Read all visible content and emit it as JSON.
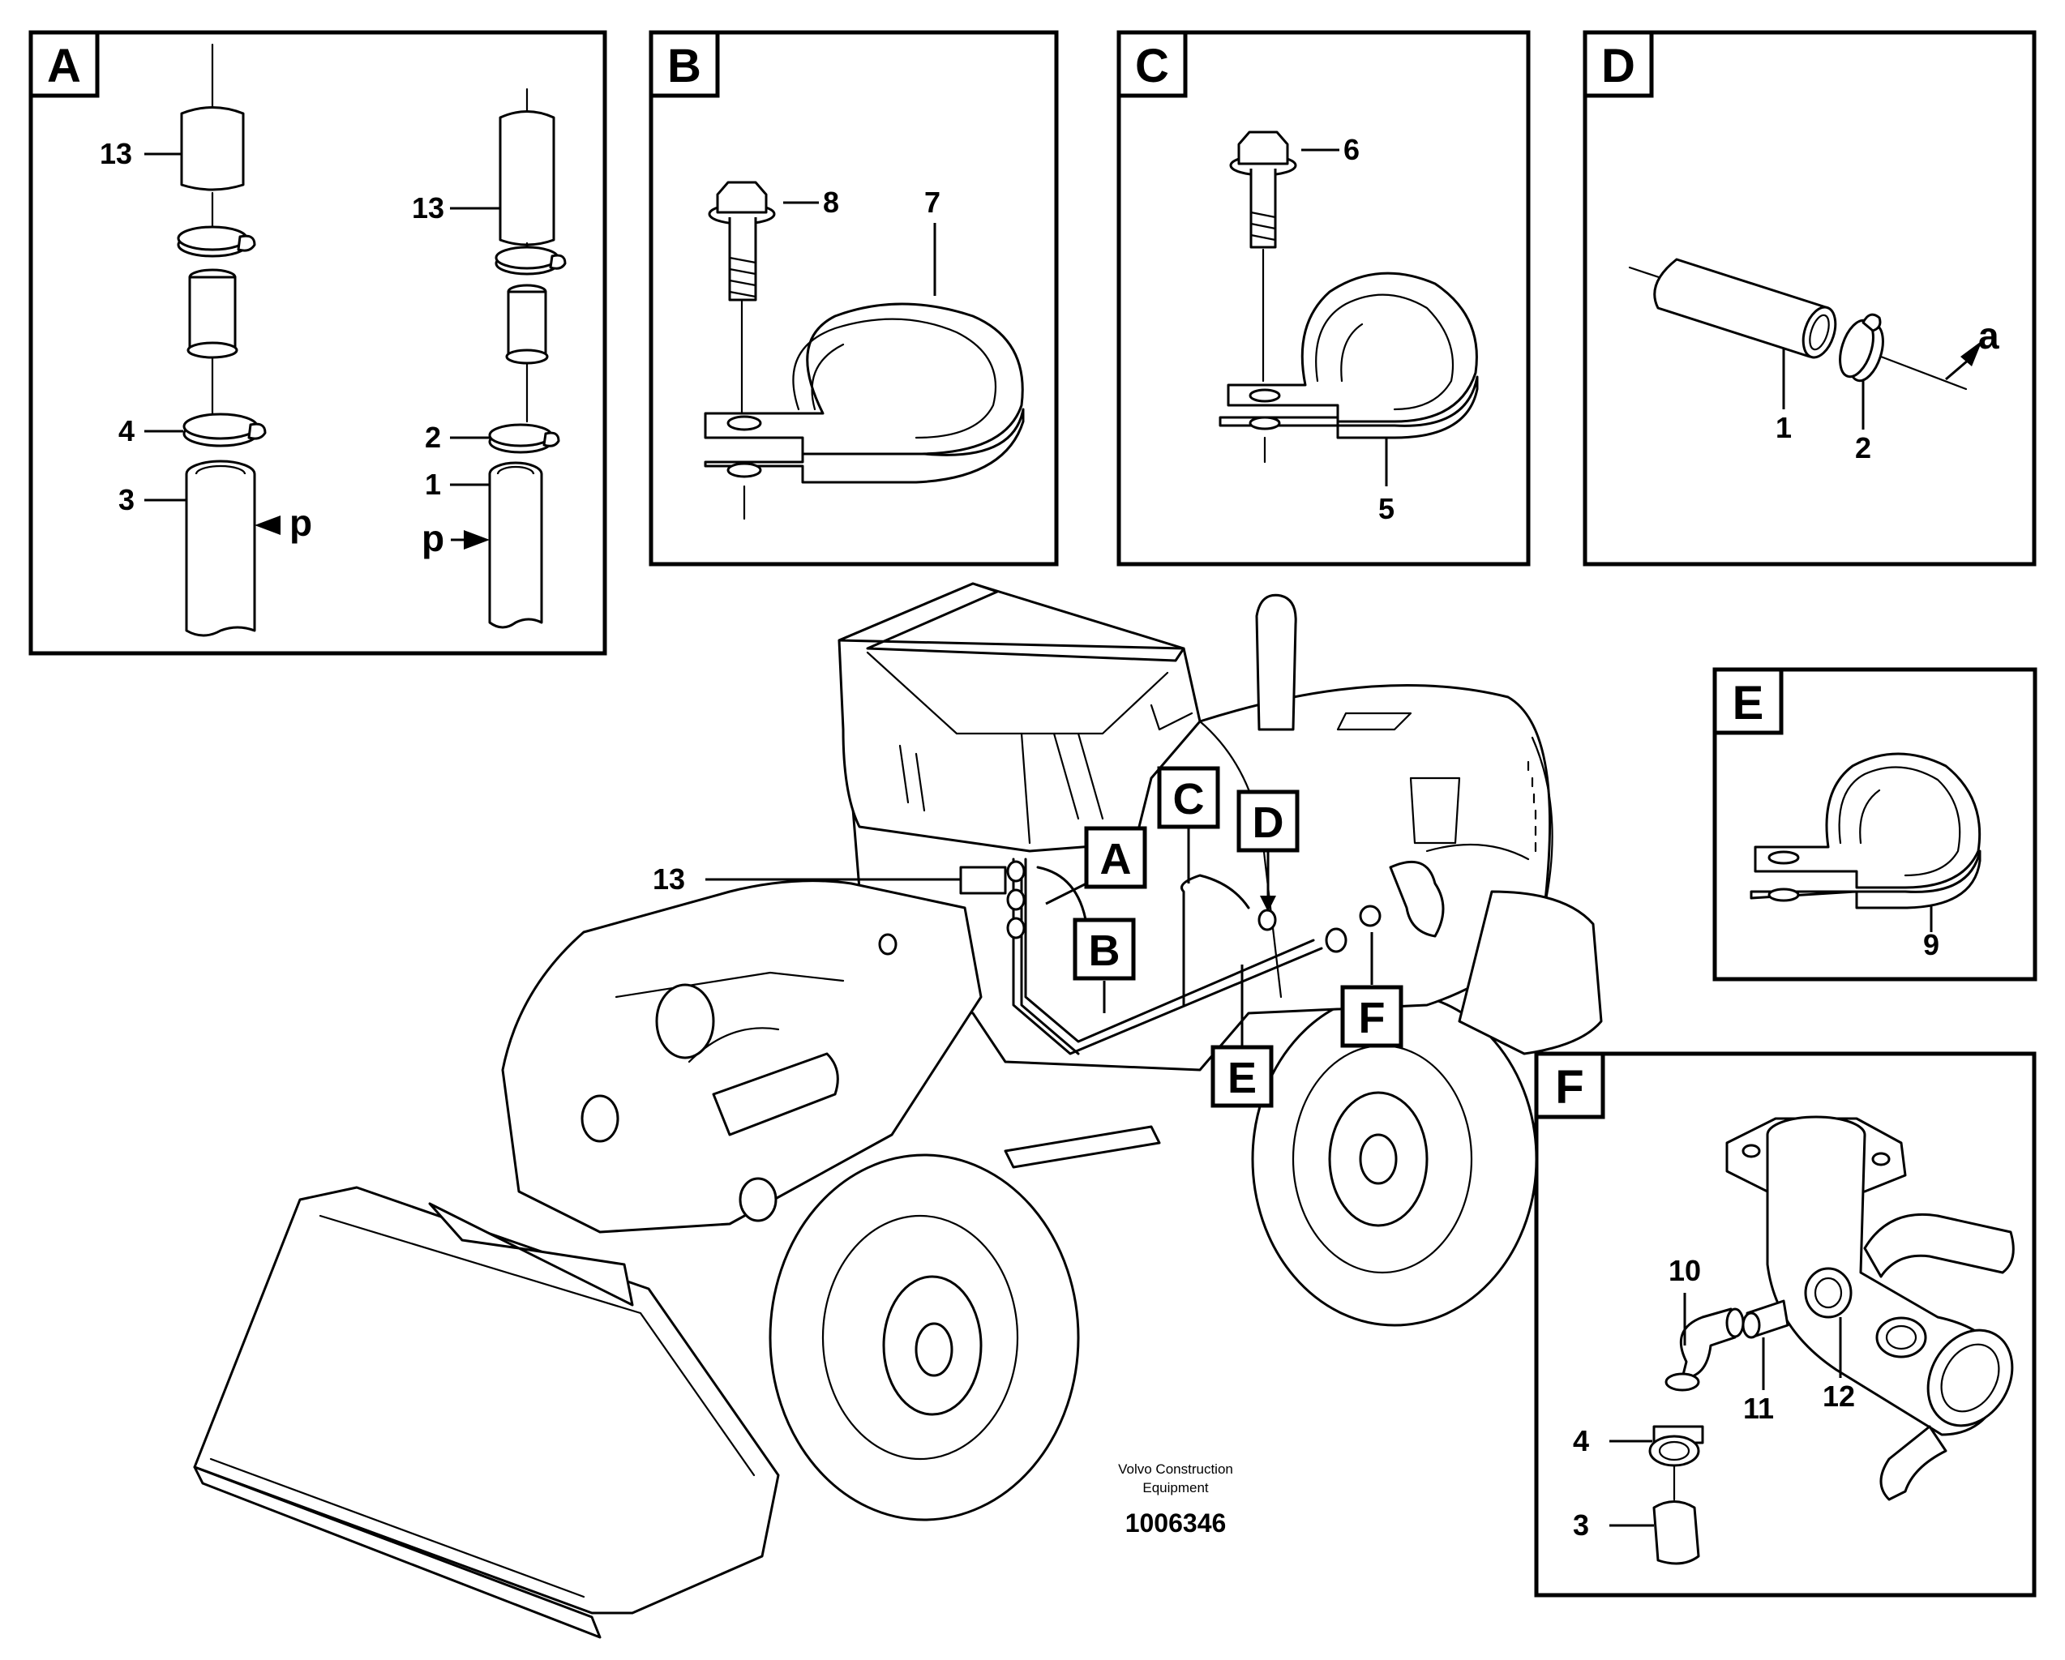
{
  "panels": {
    "A": {
      "label": "A",
      "callouts": {
        "hose_left": "13",
        "clamp_left": "4",
        "pipe_left": "3",
        "pointer_left": "p",
        "hose_right": "13",
        "clamp_right": "2",
        "pipe_right": "1",
        "pointer_right": "p"
      }
    },
    "B": {
      "label": "B",
      "callouts": {
        "bolt": "8",
        "clamp": "7"
      }
    },
    "C": {
      "label": "C",
      "callouts": {
        "bolt": "6",
        "clamp": "5"
      }
    },
    "D": {
      "label": "D",
      "callouts": {
        "hose": "1",
        "clamp": "2",
        "direction": "a"
      }
    },
    "E": {
      "label": "E",
      "callouts": {
        "clamp": "9"
      }
    },
    "F": {
      "label": "F",
      "callouts": {
        "elbow": "10",
        "clamp": "4",
        "hose": "3",
        "nipple": "11",
        "adapter": "12"
      }
    }
  },
  "machine": {
    "callout_13": "13",
    "markers": {
      "A": "A",
      "B": "B",
      "C": "C",
      "D": "D",
      "E": "E",
      "F": "F"
    }
  },
  "credit": {
    "line1": "Volvo Construction",
    "line2": "Equipment",
    "code": "1006346"
  }
}
